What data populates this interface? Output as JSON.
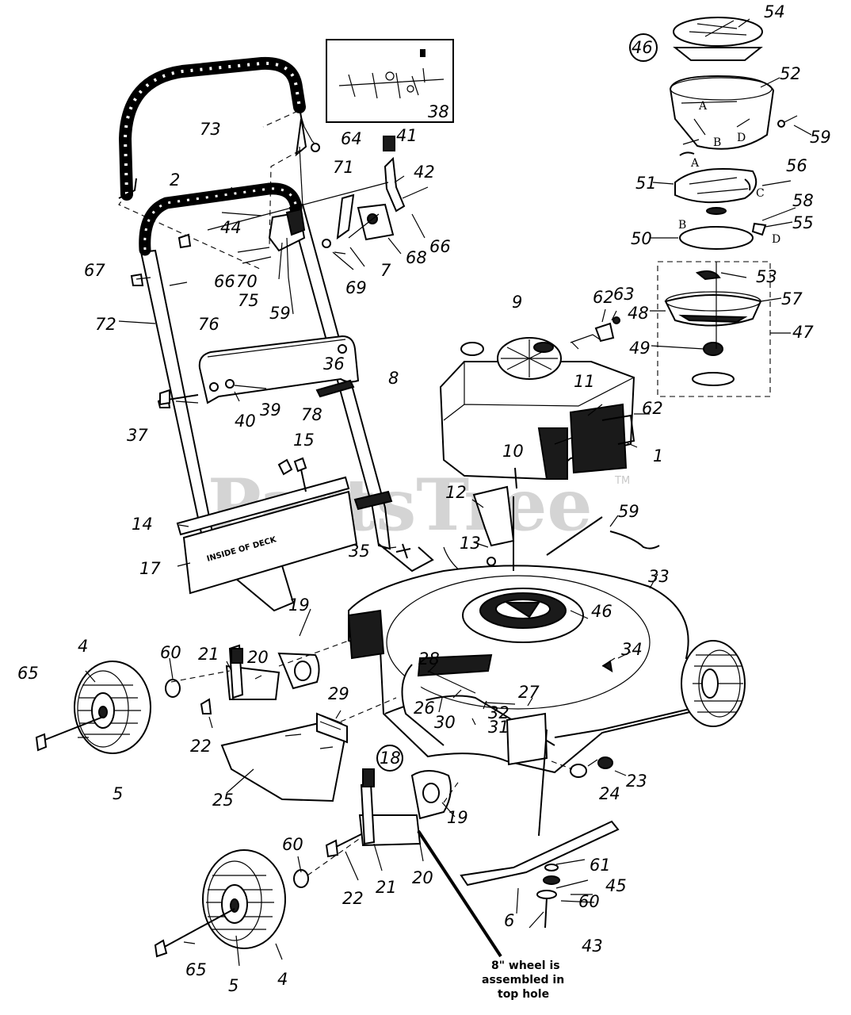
{
  "watermark": {
    "text": "PartsTree",
    "trademark": "TM"
  },
  "inset_box": {
    "label": "38"
  },
  "deck_decal": "INSIDE OF DECK",
  "assembly_callouts": {
    "blade_adapter": "46",
    "wheel_bracket": "18"
  },
  "note": {
    "line1": "8\" wheel is",
    "line2": "assembled in",
    "line3": "top hole"
  },
  "upper_letters": [
    "A",
    "B",
    "D",
    "A",
    "C",
    "B",
    "D"
  ],
  "part_numbers": {
    "n54": "54",
    "n52": "52",
    "n59a": "59",
    "n56": "56",
    "n58": "58",
    "n51": "51",
    "n55": "55",
    "n50": "50",
    "n53": "53",
    "n57": "57",
    "n48": "48",
    "n47": "47",
    "n49": "49",
    "n73": "73",
    "n64": "64",
    "n41": "41",
    "n42": "42",
    "n2": "2",
    "n71": "71",
    "n44": "44",
    "n66a": "66",
    "n68": "68",
    "n66b": "66",
    "n70": "70",
    "n69": "69",
    "n7": "7",
    "n67": "67",
    "n75": "75",
    "n59b": "59",
    "n72": "72",
    "n76": "76",
    "n62a": "62",
    "n63": "63",
    "n9": "9",
    "n11": "11",
    "n62b": "62",
    "n10": "10",
    "n1": "1",
    "n36": "36",
    "n8": "8",
    "n39": "39",
    "n40": "40",
    "n78": "78",
    "n37": "37",
    "n15": "15",
    "n12": "12",
    "n59c": "59",
    "n14": "14",
    "n13": "13",
    "n35": "35",
    "n17": "17",
    "n33": "33",
    "n46": "46",
    "n19a": "19",
    "n4a": "4",
    "n60a": "60",
    "n21a": "21",
    "n20a": "20",
    "n65a": "65",
    "n34": "34",
    "n28": "28",
    "n27": "27",
    "n22a": "22",
    "n26": "26",
    "n32": "32",
    "n29": "29",
    "n30": "30",
    "n31": "31",
    "n5a": "5",
    "n25": "25",
    "n23": "23",
    "n24": "24",
    "n19b": "19",
    "n60b": "60",
    "n61": "61",
    "n45": "45",
    "n22b": "22",
    "n21b": "21",
    "n20b": "20",
    "n60c": "60",
    "n6": "6",
    "n43": "43",
    "n65b": "65",
    "n5b": "5",
    "n4b": "4"
  }
}
